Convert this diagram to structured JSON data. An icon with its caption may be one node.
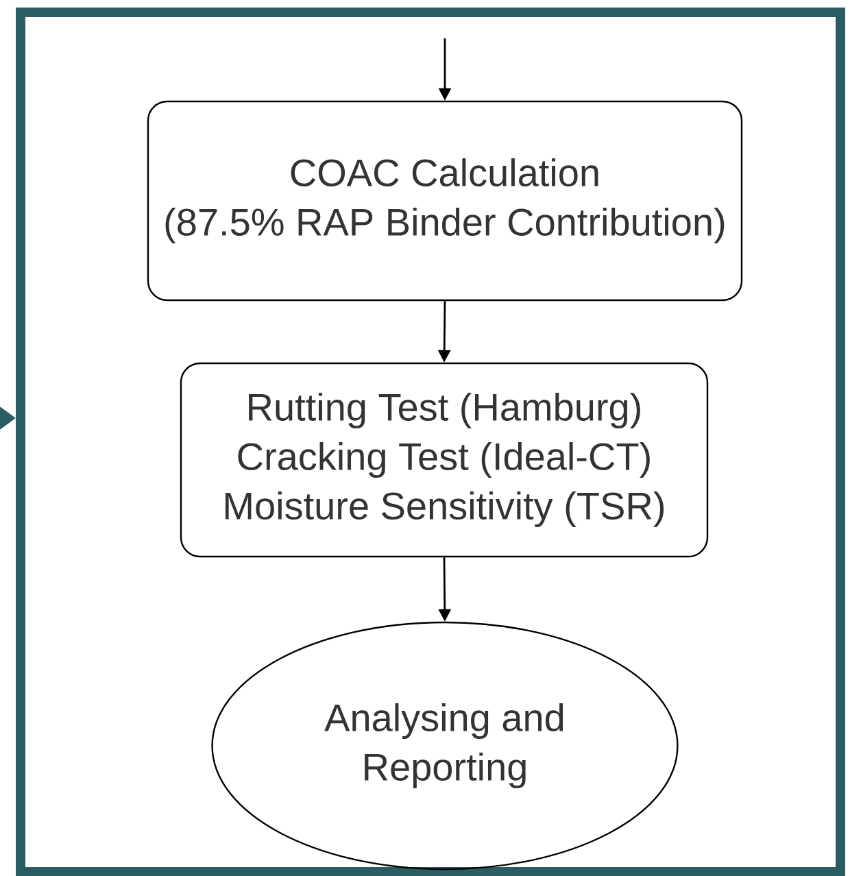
{
  "diagram": {
    "nodes": [
      {
        "text": [],
        "shape": "box"
      },
      {
        "text": [
          "COAC Calculation (87.5% RAP Binder Contribution)"
        ],
        "in": 0
      },
      {
        "text": [
          "Rutting Test (Hamburg) Cracking Test (Ideal-CT) Moisture Sensitivity (TSR)"
        ],
        "in": 0
      },
      {
        "text": [
          "Analysing and Reporting"
        ],
        "in": 0
      }
    ],
    "edges": [
      {
        "from": null,
        "to": 0,
        "arrow": "to",
        "color": "#2a5c62"
      },
      {
        "from": null,
        "to": 1,
        "arrow": "to"
      },
      {
        "from": 1,
        "to": 2,
        "arrow": "to"
      },
      {
        "from": 2,
        "to": 3,
        "arrow": "to"
      }
    ]
  }
}
